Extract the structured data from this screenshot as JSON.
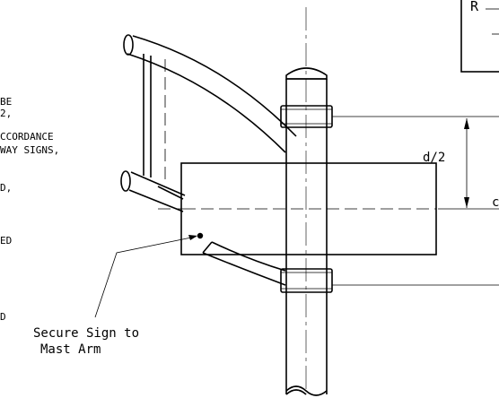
{
  "notes": {
    "lines": [
      "BE",
      "2,",
      "CCORDANCE",
      "WAY SIGNS,",
      "D,",
      "ED",
      "D"
    ]
  },
  "callout": {
    "line1": "Secure Sign to",
    "line2": "Mast Arm"
  },
  "dimension": {
    "half_depth": "d/2",
    "full_fragment": "c"
  },
  "corner_box": {
    "letter": "R"
  }
}
